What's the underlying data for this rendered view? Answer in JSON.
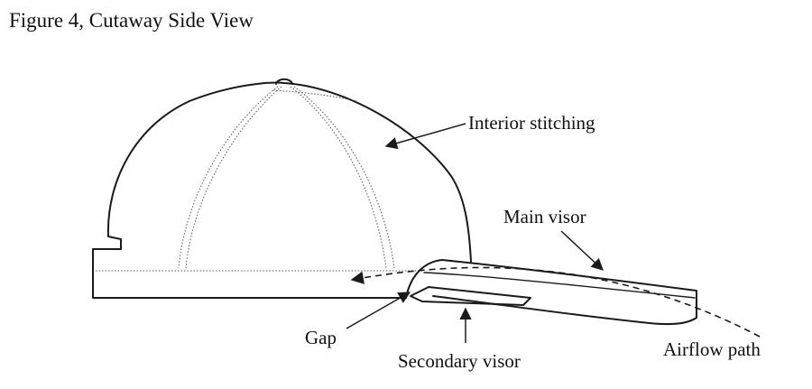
{
  "figure": {
    "title": "Figure 4, Cutaway Side View",
    "labels": {
      "interior_stitching": "Interior stitching",
      "main_visor": "Main visor",
      "gap": "Gap",
      "secondary_visor": "Secondary visor",
      "airflow_path": "Airflow path"
    }
  }
}
